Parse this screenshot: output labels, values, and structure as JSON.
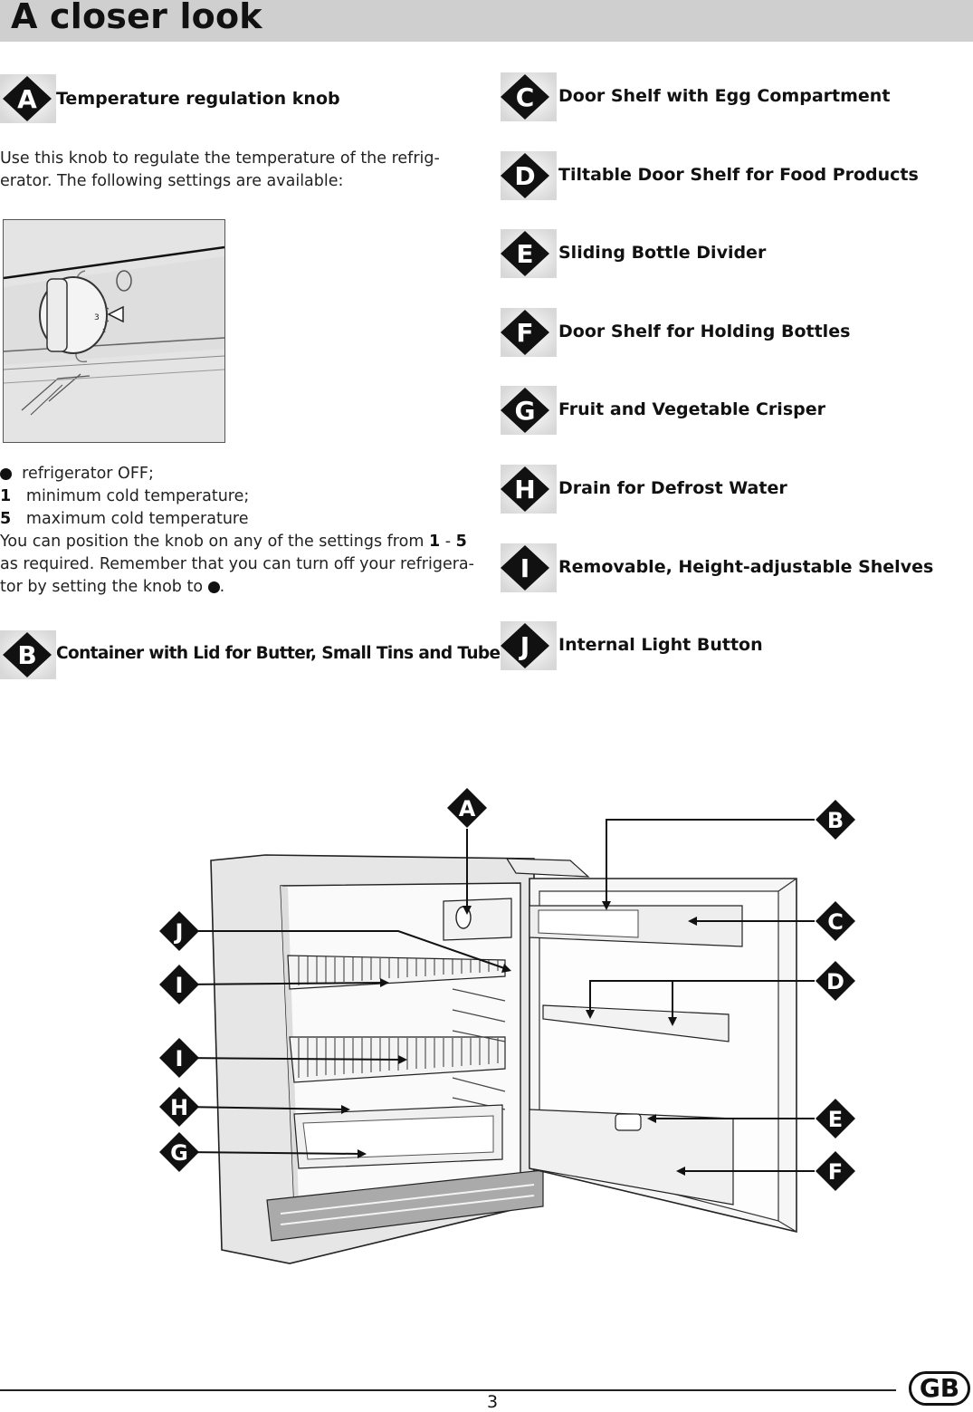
{
  "page": {
    "title": "A closer look",
    "page_number": "3",
    "country_badge": "GB"
  },
  "section_a": {
    "letter": "A",
    "label": "Temperature regulation knob",
    "intro_line1": "Use this knob to regulate the temperature of the refrig-",
    "intro_line2": "erator. The following settings are available:",
    "settings": {
      "off_text": "refrigerator OFF;",
      "min_key": "1",
      "min_text": "minimum cold temperature;",
      "max_key": "5",
      "max_text": "maximum cold temperature",
      "note_a": "You can position the knob on any of the settings from ",
      "note_range_start": "1",
      "note_dash": " - ",
      "note_range_end": "5",
      "note_b": "as required. Remember that you can turn off your refrigera-",
      "note_c": "tor by setting the knob to",
      "note_end": "."
    },
    "knob_dial_number": "3"
  },
  "section_b": {
    "letter": "B",
    "label": "Container with Lid for Butter, Small Tins and Tubes"
  },
  "right_items": [
    {
      "letter": "C",
      "label": "Door Shelf with Egg Compartment"
    },
    {
      "letter": "D",
      "label": "Tiltable Door Shelf for Food Products"
    },
    {
      "letter": "E",
      "label": "Sliding Bottle Divider"
    },
    {
      "letter": "F",
      "label": "Door Shelf for Holding Bottles"
    },
    {
      "letter": "G",
      "label": "Fruit and Vegetable Crisper"
    },
    {
      "letter": "H",
      "label": "Drain for Defrost Water"
    },
    {
      "letter": "I",
      "label": "Removable, Height-adjustable Shelves"
    },
    {
      "letter": "J",
      "label": "Internal Light Button"
    }
  ],
  "diagram_callouts": [
    "A",
    "B",
    "C",
    "D",
    "E",
    "F",
    "G",
    "H",
    "I",
    "I",
    "J"
  ]
}
